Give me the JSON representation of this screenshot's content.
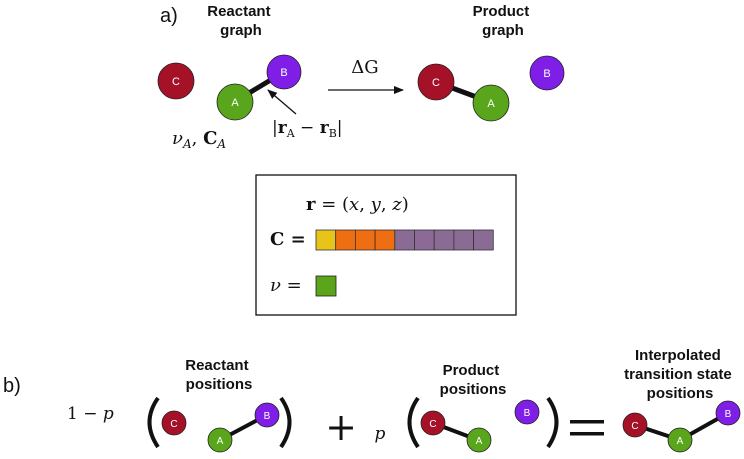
{
  "panel_a": {
    "label": "a)",
    "reactant_title": [
      "Reactant",
      "graph"
    ],
    "product_title": [
      "Product",
      "graph"
    ],
    "reaction_label": "ΔG",
    "distance_label": "|rₐ − rʙ|",
    "distance_parts": {
      "r1": "r",
      "s1": "A",
      "minus": " − ",
      "r2": "r",
      "s2": "B"
    },
    "node_feature_label": {
      "nu": "ν",
      "sub1": "A",
      "comma": ", ",
      "C": "C",
      "sub2": "A"
    },
    "legend": {
      "r_def": {
        "r": "r",
        "eq": " = (",
        "x": "x",
        "c1": ", ",
        "y": "y",
        "c2": ", ",
        "z": "z",
        "close": ")"
      },
      "c_label": "C =",
      "nu_label": "ν =",
      "c_segments": [
        "#e8c41a",
        "#f06e12",
        "#f06e12",
        "#f06e12",
        "#8b6a96",
        "#8b6a96",
        "#8b6a96",
        "#8b6a96",
        "#8b6a96"
      ],
      "nu_color": "#5aa51c"
    }
  },
  "panel_b": {
    "label": "b)",
    "coef_left": {
      "one": "1 − ",
      "p": "p"
    },
    "plus": "+",
    "coef_p": "p",
    "equals": "=",
    "reactant_title": [
      "Reactant",
      "positions"
    ],
    "product_title": [
      "Product",
      "positions"
    ],
    "ts_title": [
      "Interpolated",
      "transition state",
      "positions"
    ]
  },
  "atoms": {
    "A": "A",
    "B": "B",
    "C": "C"
  },
  "colors": {
    "A": "#59a51b",
    "B": "#7f1ee6",
    "C": "#a51228",
    "bond": "#111111"
  }
}
